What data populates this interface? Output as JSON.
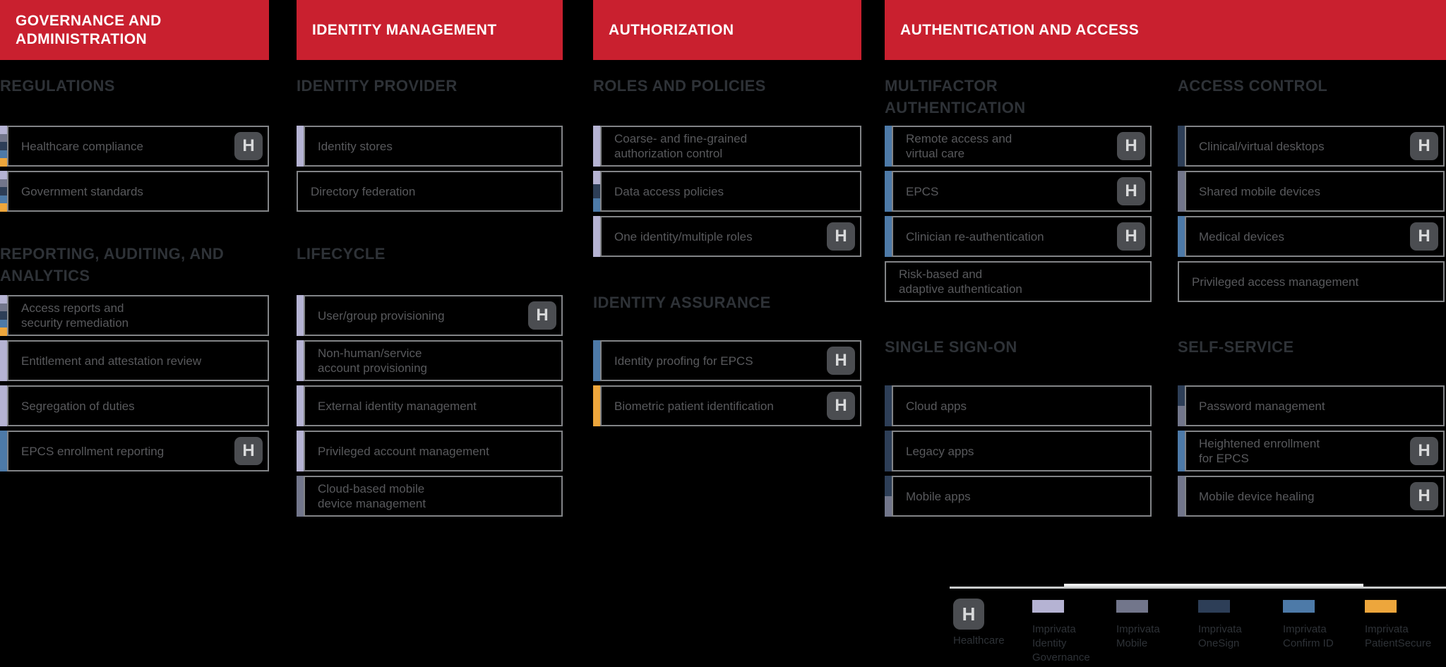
{
  "palette": {
    "red": "#c9202f",
    "identity_governance": "#b5b3d3",
    "mobile": "#72768b",
    "onesign": "#2d3e57",
    "confirm_id": "#4d7aa8",
    "patientsecure": "#eda63c",
    "box_border": "#828487",
    "box_text": "#58595c",
    "section_text": "#2e3237",
    "badge_bg": "#4b4d51",
    "badge_text": "#d9dadb"
  },
  "columns": [
    {
      "header": "GOVERNANCE AND\nADMINISTRATION",
      "stacks": [
        {
          "sections": [
            {
              "title": "REGULATIONS",
              "items": [
                {
                  "label": "Healthcare compliance",
                  "products": [
                    "identity_governance",
                    "mobile",
                    "onesign",
                    "confirm_id",
                    "patientsecure"
                  ],
                  "h": true
                },
                {
                  "label": "Government standards",
                  "products": [
                    "identity_governance",
                    "mobile",
                    "onesign",
                    "confirm_id",
                    "patientsecure"
                  ],
                  "h": false
                }
              ]
            },
            {
              "title": "REPORTING, AUDITING, AND\nANALYTICS",
              "items": [
                {
                  "label": "Access reports and\nsecurity remediation",
                  "products": [
                    "identity_governance",
                    "mobile",
                    "onesign",
                    "confirm_id",
                    "patientsecure"
                  ],
                  "h": false
                },
                {
                  "label": "Entitlement and attestation review",
                  "products": [
                    "identity_governance"
                  ],
                  "h": false
                },
                {
                  "label": "Segregation of duties",
                  "products": [
                    "identity_governance"
                  ],
                  "h": false
                },
                {
                  "label": "EPCS enrollment reporting",
                  "products": [
                    "confirm_id"
                  ],
                  "h": true
                }
              ]
            }
          ]
        }
      ]
    },
    {
      "header": "IDENTITY MANAGEMENT",
      "stacks": [
        {
          "sections": [
            {
              "title": "IDENTITY PROVIDER",
              "items": [
                {
                  "label": "Identity stores",
                  "products": [
                    "identity_governance"
                  ],
                  "h": false
                },
                {
                  "label": "Directory federation",
                  "products": [],
                  "h": false
                }
              ]
            },
            {
              "title": "LIFECYCLE",
              "items": [
                {
                  "label": "User/group provisioning",
                  "products": [
                    "identity_governance"
                  ],
                  "h": true
                },
                {
                  "label": "Non-human/service\naccount provisioning",
                  "products": [
                    "identity_governance"
                  ],
                  "h": false
                },
                {
                  "label": "External identity management",
                  "products": [
                    "identity_governance"
                  ],
                  "h": false
                },
                {
                  "label": "Privileged account management",
                  "products": [
                    "identity_governance"
                  ],
                  "h": false
                },
                {
                  "label": "Cloud-based mobile\ndevice management",
                  "products": [
                    "mobile"
                  ],
                  "h": false
                }
              ]
            }
          ]
        }
      ]
    },
    {
      "header": "AUTHORIZATION",
      "stacks": [
        {
          "sections": [
            {
              "title": "ROLES AND POLICIES",
              "items": [
                {
                  "label": "Coarse- and fine-grained\nauthorization control",
                  "products": [
                    "identity_governance"
                  ],
                  "h": false
                },
                {
                  "label": "Data access policies",
                  "products": [
                    "identity_governance",
                    "onesign",
                    "confirm_id"
                  ],
                  "h": false
                },
                {
                  "label": "One identity/multiple roles",
                  "products": [
                    "identity_governance"
                  ],
                  "h": true
                }
              ]
            },
            {
              "title": "IDENTITY ASSURANCE",
              "items": [
                {
                  "label": "Identity proofing for EPCS",
                  "products": [
                    "confirm_id"
                  ],
                  "h": true
                },
                {
                  "label": "Biometric patient identification",
                  "products": [
                    "patientsecure"
                  ],
                  "h": true
                }
              ]
            }
          ]
        }
      ]
    },
    {
      "header": "AUTHENTICATION AND ACCESS",
      "stacks": [
        {
          "sections": [
            {
              "title": "MULTIFACTOR\nAUTHENTICATION",
              "items": [
                {
                  "label": "Remote access and\nvirtual care",
                  "products": [
                    "confirm_id"
                  ],
                  "h": true
                },
                {
                  "label": "EPCS",
                  "products": [
                    "confirm_id"
                  ],
                  "h": true
                },
                {
                  "label": "Clinician re-authentication",
                  "products": [
                    "confirm_id"
                  ],
                  "h": true
                },
                {
                  "label": "Risk-based and\nadaptive authentication",
                  "products": [],
                  "h": false
                }
              ]
            },
            {
              "title": "SINGLE SIGN-ON",
              "items": [
                {
                  "label": "Cloud apps",
                  "products": [
                    "onesign"
                  ],
                  "h": false
                },
                {
                  "label": "Legacy apps",
                  "products": [
                    "onesign"
                  ],
                  "h": false
                },
                {
                  "label": "Mobile apps",
                  "products": [
                    "onesign",
                    "mobile"
                  ],
                  "h": false
                }
              ]
            }
          ]
        },
        {
          "sections": [
            {
              "title": "ACCESS CONTROL",
              "items": [
                {
                  "label": "Clinical/virtual desktops",
                  "products": [
                    "onesign"
                  ],
                  "h": true
                },
                {
                  "label": "Shared mobile devices",
                  "products": [
                    "mobile"
                  ],
                  "h": false
                },
                {
                  "label": "Medical devices",
                  "products": [
                    "confirm_id"
                  ],
                  "h": true
                },
                {
                  "label": "Privileged access management",
                  "products": [],
                  "h": false
                }
              ]
            },
            {
              "title": "SELF-SERVICE",
              "items": [
                {
                  "label": "Password management",
                  "products": [
                    "onesign",
                    "mobile"
                  ],
                  "h": false
                },
                {
                  "label": "Heightened enrollment\nfor EPCS",
                  "products": [
                    "confirm_id"
                  ],
                  "h": true
                },
                {
                  "label": "Mobile device healing",
                  "products": [
                    "mobile"
                  ],
                  "h": true
                }
              ]
            }
          ]
        }
      ]
    }
  ],
  "legend": {
    "h_symbol": "H",
    "h_label": "Healthcare",
    "items": [
      {
        "product": "identity_governance",
        "label": "Imprivata\nIdentity\nGovernance"
      },
      {
        "product": "mobile",
        "label": "Imprivata\nMobile"
      },
      {
        "product": "onesign",
        "label": "Imprivata\nOneSign"
      },
      {
        "product": "confirm_id",
        "label": "Imprivata\nConfirm ID"
      },
      {
        "product": "patientsecure",
        "label": "Imprivata\nPatientSecure"
      }
    ]
  }
}
